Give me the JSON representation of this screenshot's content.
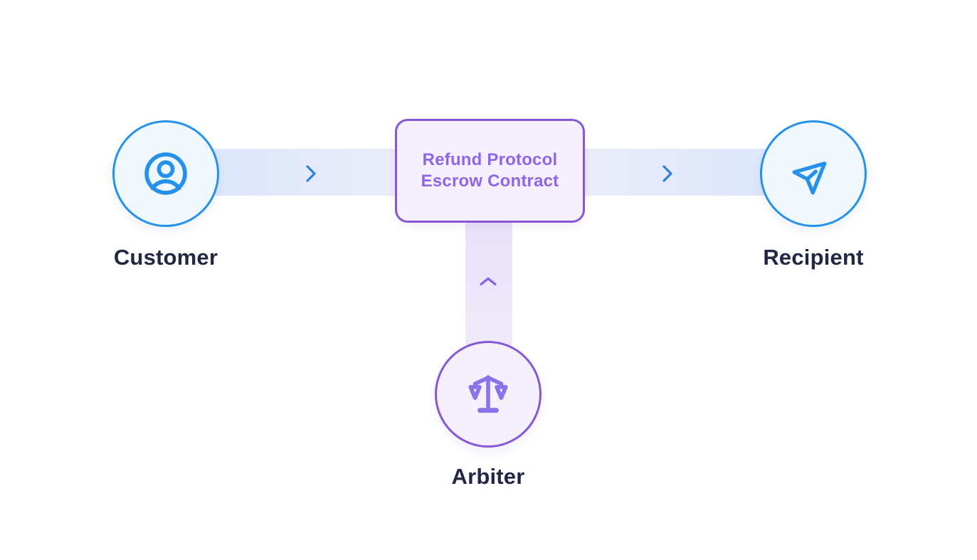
{
  "diagram": {
    "nodes": {
      "customer": {
        "label": "Customer",
        "icon": "user-circle-icon"
      },
      "escrow": {
        "line1": "Refund Protocol",
        "line2": "Escrow Contract"
      },
      "recipient": {
        "label": "Recipient",
        "icon": "send-icon"
      },
      "arbiter": {
        "label": "Arbiter",
        "icon": "scale-icon"
      }
    },
    "edges": [
      {
        "from": "customer",
        "to": "escrow",
        "direction": "right"
      },
      {
        "from": "escrow",
        "to": "recipient",
        "direction": "right"
      },
      {
        "from": "arbiter",
        "to": "escrow",
        "direction": "up"
      }
    ],
    "colors": {
      "blue_accent": "#2492ec",
      "blue_chevron": "#2e7fe0",
      "blue_node_fill": "#f0f7fd",
      "blue_band_outer": "#d9e6fc",
      "blue_band_inner": "#eaecfa",
      "purple_accent": "#8657d8",
      "purple_text": "#9066e9",
      "purple_icon": "#8b72ea",
      "purple_chevron": "#8a5ce8",
      "purple_node_fill": "#f5f1fc",
      "purple_band_top": "#e9e1f9",
      "purple_band_bottom": "#f2edfb",
      "label_text": "#232744",
      "background": "#ffffff"
    }
  }
}
